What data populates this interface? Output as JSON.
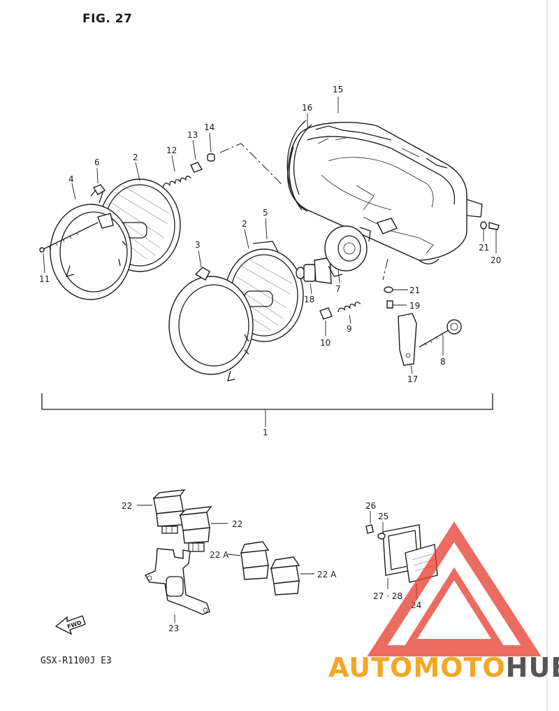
{
  "figure": {
    "title": "FIG. 27",
    "model": "GSX-R1100J  E3"
  },
  "watermark": {
    "brand_a": "AUTOMOTO",
    "brand_b": "HUB",
    "color_a": "#f5a623",
    "color_b": "#555555",
    "triangle_color": "#e63b2e"
  },
  "fwd_label": "FWD",
  "callouts": {
    "c1": "1",
    "c2a": "2",
    "c2b": "2",
    "c3": "3",
    "c4": "4",
    "c5": "5",
    "c6": "6",
    "c7": "7",
    "c8": "8",
    "c9": "9",
    "c10": "10",
    "c11": "11",
    "c12": "12",
    "c13": "13",
    "c14": "14",
    "c15": "15",
    "c16": "16",
    "c17": "17",
    "c18": "18",
    "c19": "19",
    "c20": "20",
    "c21a": "21",
    "c21b": "21",
    "c22a": "22",
    "c22b": "22",
    "c22Aa": "22 A",
    "c22Ab": "22 A",
    "c23": "23",
    "c24": "24",
    "c25": "25",
    "c26": "26",
    "c2728": "27 · 28"
  }
}
